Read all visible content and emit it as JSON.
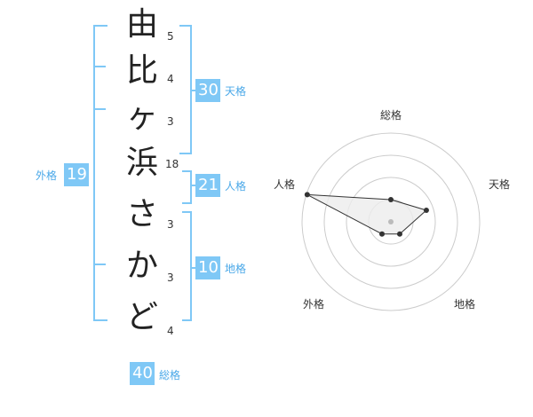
{
  "name": {
    "chars": [
      "由",
      "比",
      "ヶ",
      "浜",
      "さ",
      "か",
      "ど"
    ],
    "strokes": [
      "5",
      "4",
      "3",
      "18",
      "3",
      "3",
      "4"
    ]
  },
  "fortune": {
    "tenkaku": {
      "value": "30",
      "label": "天格"
    },
    "jinkaku": {
      "value": "21",
      "label": "人格"
    },
    "chikaku": {
      "value": "10",
      "label": "地格"
    },
    "gaikaku": {
      "value": "19",
      "label": "外格"
    },
    "soukaku": {
      "value": "40",
      "label": "総格"
    }
  },
  "radar": {
    "labels": {
      "top": "総格",
      "right": "天格",
      "bottom_right": "地格",
      "bottom_left": "外格",
      "left": "人格"
    },
    "values": [
      0.25,
      0.42,
      0.17,
      0.17,
      0.99
    ],
    "ring_count": 4,
    "colors": {
      "fill": "#ececec",
      "stroke": "#333333",
      "ring": "#cccccc",
      "center": "#bbbbbb"
    }
  }
}
